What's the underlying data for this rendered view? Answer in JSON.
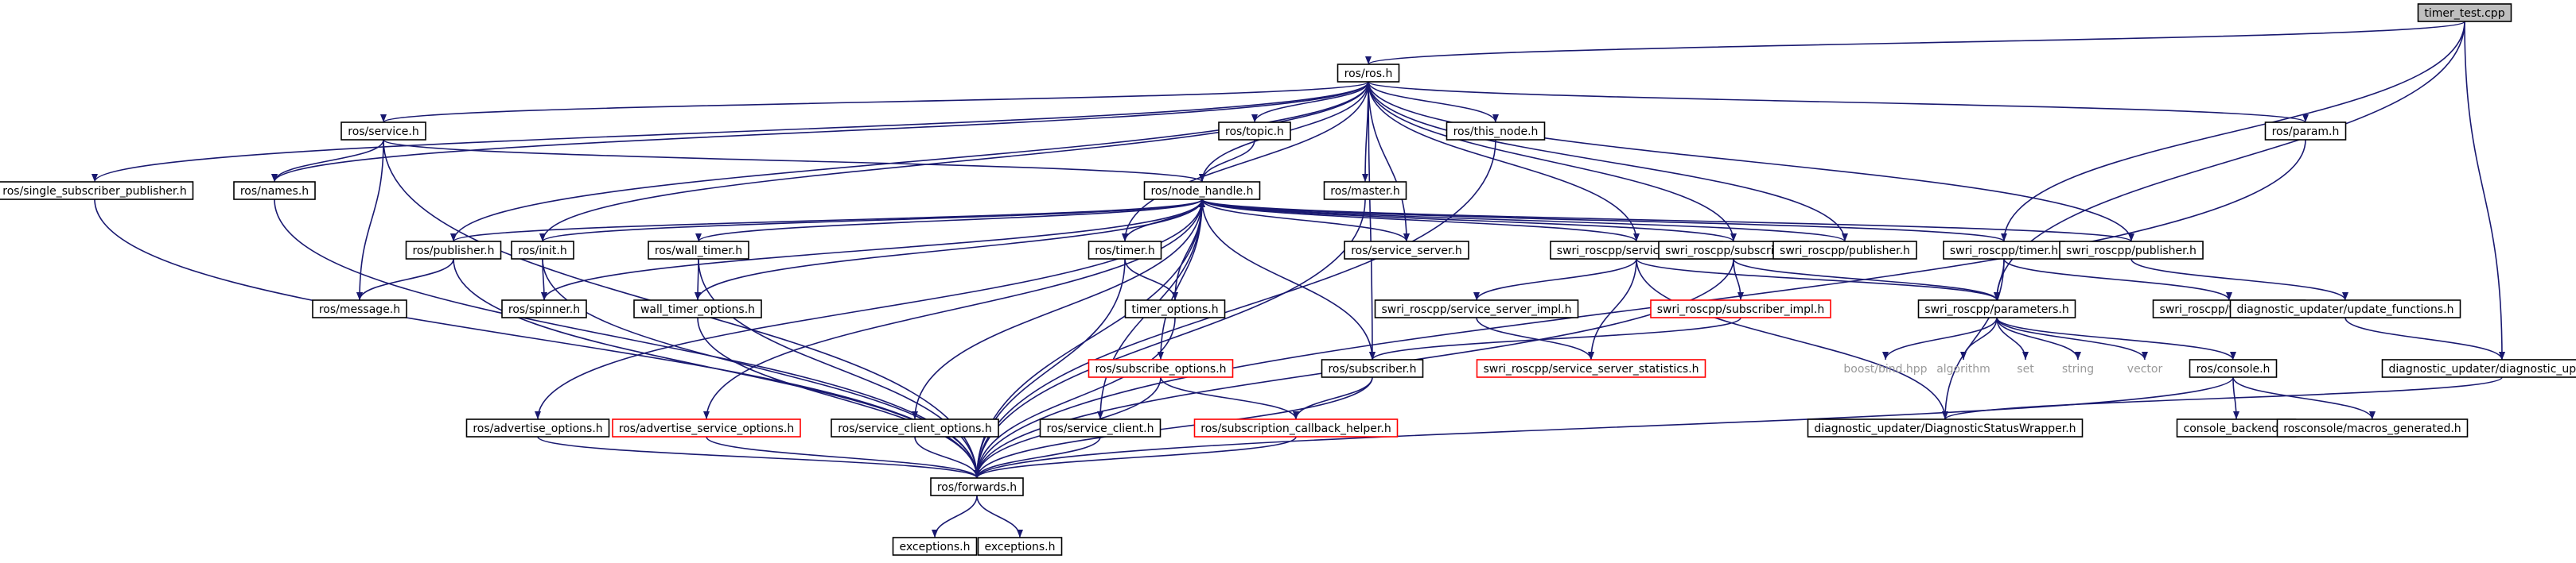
{
  "root": "timer_test.cpp",
  "nodes": {
    "timer_test": {
      "label": "timer_test.cpp",
      "style": "root"
    },
    "ros_ros": {
      "label": "ros/ros.h"
    },
    "service": {
      "label": "ros/service.h"
    },
    "topic": {
      "label": "ros/topic.h"
    },
    "this_node": {
      "label": "ros/this_node.h"
    },
    "param": {
      "label": "ros/param.h"
    },
    "single_sub_pub": {
      "label": "ros/single_subscriber_publisher.h"
    },
    "names": {
      "label": "ros/names.h"
    },
    "node_handle": {
      "label": "ros/node_handle.h"
    },
    "master": {
      "label": "ros/master.h"
    },
    "publisher_l": {
      "label": "ros/publisher.h"
    },
    "init": {
      "label": "ros/init.h"
    },
    "wall_timer": {
      "label": "ros/wall_timer.h"
    },
    "ros_timer": {
      "label": "ros/timer.h"
    },
    "service_server": {
      "label": "ros/service_server.h"
    },
    "swri_service_server": {
      "label": "swri_roscpp/service_server.h"
    },
    "swri_subscriber": {
      "label": "swri_roscpp/subscriber.h"
    },
    "swri_publisher_mid": {
      "label": "swri_roscpp/publisher.h"
    },
    "swri_timer": {
      "label": "swri_roscpp/timer.h"
    },
    "swri_publisher_r": {
      "label": "swri_roscpp/publisher.h"
    },
    "message": {
      "label": "ros/message.h"
    },
    "spinner": {
      "label": "ros/spinner.h"
    },
    "wall_timer_options": {
      "label": "wall_timer_options.h"
    },
    "timer_options": {
      "label": "timer_options.h"
    },
    "ss_impl": {
      "label": "swri_roscpp/service_server_impl.h"
    },
    "sub_impl": {
      "label": "swri_roscpp/subscriber_impl.h",
      "style": "red"
    },
    "parameters": {
      "label": "swri_roscpp/parameters.h"
    },
    "timer_impl": {
      "label": "swri_roscpp/timer_impl.h"
    },
    "update_functions": {
      "label": "diagnostic_updater/update_functions.h"
    },
    "subscribe_options": {
      "label": "ros/subscribe_options.h",
      "style": "red"
    },
    "ss_statistics": {
      "label": "swri_roscpp/service_server_statistics.h",
      "style": "red"
    },
    "ros_subscriber": {
      "label": "ros/subscriber.h"
    },
    "boost_bind": {
      "label": "boost/bind.hpp",
      "style": "dim"
    },
    "algorithm": {
      "label": "algorithm",
      "style": "dim"
    },
    "set": {
      "label": "set",
      "style": "dim"
    },
    "string": {
      "label": "string",
      "style": "dim"
    },
    "vector": {
      "label": "vector",
      "style": "dim"
    },
    "console": {
      "label": "ros/console.h"
    },
    "diag_updater": {
      "label": "diagnostic_updater/diagnostic_updater.h"
    },
    "advertise_options": {
      "label": "ros/advertise_options.h"
    },
    "adv_service_options": {
      "label": "ros/advertise_service_options.h",
      "style": "red"
    },
    "service_client_options": {
      "label": "ros/service_client_options.h"
    },
    "service_client": {
      "label": "ros/service_client.h"
    },
    "sub_callback_helper": {
      "label": "ros/subscription_callback_helper.h",
      "style": "red"
    },
    "diag_status_wrapper": {
      "label": "diagnostic_updater/DiagnosticStatusWrapper.h"
    },
    "console_backend": {
      "label": "console_backend.h"
    },
    "macros_generated": {
      "label": "rosconsole/macros_generated.h"
    },
    "forwards": {
      "label": "ros/forwards.h"
    },
    "exceptions_1": {
      "label": "exceptions.h"
    },
    "exceptions_2": {
      "label": "exceptions.h"
    }
  },
  "edges": [
    [
      "timer_test",
      "ros_ros"
    ],
    [
      "timer_test",
      "swri_timer"
    ],
    [
      "timer_test",
      "parameters"
    ],
    [
      "timer_test",
      "diag_updater"
    ],
    [
      "ros_ros",
      "service"
    ],
    [
      "ros_ros",
      "topic"
    ],
    [
      "ros_ros",
      "this_node"
    ],
    [
      "ros_ros",
      "param"
    ],
    [
      "ros_ros",
      "single_sub_pub"
    ],
    [
      "ros_ros",
      "names"
    ],
    [
      "ros_ros",
      "node_handle"
    ],
    [
      "ros_ros",
      "master"
    ],
    [
      "ros_ros",
      "publisher_l"
    ],
    [
      "ros_ros",
      "ros_timer"
    ],
    [
      "ros_ros",
      "service_server"
    ],
    [
      "ros_ros",
      "swri_service_server"
    ],
    [
      "ros_ros",
      "swri_subscriber"
    ],
    [
      "ros_ros",
      "swri_publisher_mid"
    ],
    [
      "ros_ros",
      "swri_publisher_r"
    ],
    [
      "ros_ros",
      "ros_subscriber"
    ],
    [
      "ros_ros",
      "init"
    ],
    [
      "service",
      "names"
    ],
    [
      "service",
      "node_handle"
    ],
    [
      "service",
      "message"
    ],
    [
      "service",
      "forwards"
    ],
    [
      "topic",
      "node_handle"
    ],
    [
      "this_node",
      "forwards"
    ],
    [
      "param",
      "forwards"
    ],
    [
      "single_sub_pub",
      "forwards"
    ],
    [
      "names",
      "forwards"
    ],
    [
      "master",
      "forwards"
    ],
    [
      "node_handle",
      "publisher_l"
    ],
    [
      "node_handle",
      "init"
    ],
    [
      "node_handle",
      "wall_timer"
    ],
    [
      "node_handle",
      "ros_timer"
    ],
    [
      "node_handle",
      "spinner"
    ],
    [
      "node_handle",
      "wall_timer_options"
    ],
    [
      "node_handle",
      "timer_options"
    ],
    [
      "node_handle",
      "service_server"
    ],
    [
      "node_handle",
      "ros_subscriber"
    ],
    [
      "node_handle",
      "subscribe_options"
    ],
    [
      "node_handle",
      "advertise_options"
    ],
    [
      "node_handle",
      "adv_service_options"
    ],
    [
      "node_handle",
      "service_client_options"
    ],
    [
      "node_handle",
      "service_client"
    ],
    [
      "node_handle",
      "forwards"
    ],
    [
      "swri_service_server",
      "node_handle"
    ],
    [
      "swri_subscriber",
      "node_handle"
    ],
    [
      "swri_publisher_mid",
      "node_handle"
    ],
    [
      "swri_timer",
      "node_handle"
    ],
    [
      "swri_publisher_r",
      "node_handle"
    ],
    [
      "publisher_l",
      "message"
    ],
    [
      "publisher_l",
      "forwards"
    ],
    [
      "init",
      "spinner"
    ],
    [
      "init",
      "forwards"
    ],
    [
      "wall_timer",
      "wall_timer_options"
    ],
    [
      "wall_timer",
      "forwards"
    ],
    [
      "ros_timer",
      "timer_options"
    ],
    [
      "ros_timer",
      "forwards"
    ],
    [
      "wall_timer_options",
      "forwards"
    ],
    [
      "timer_options",
      "forwards"
    ],
    [
      "swri_service_server",
      "ss_impl"
    ],
    [
      "swri_service_server",
      "ss_statistics"
    ],
    [
      "swri_service_server",
      "diag_status_wrapper"
    ],
    [
      "ss_impl",
      "ss_statistics"
    ],
    [
      "swri_subscriber",
      "sub_impl"
    ],
    [
      "swri_subscriber",
      "parameters"
    ],
    [
      "swri_subscriber",
      "forwards"
    ],
    [
      "sub_impl",
      "ros_subscriber"
    ],
    [
      "swri_timer",
      "timer_impl"
    ],
    [
      "swri_timer",
      "parameters"
    ],
    [
      "swri_timer",
      "diag_status_wrapper"
    ],
    [
      "swri_publisher_r",
      "update_functions"
    ],
    [
      "swri_service_server",
      "parameters"
    ],
    [
      "parameters",
      "boost_bind"
    ],
    [
      "parameters",
      "algorithm"
    ],
    [
      "parameters",
      "set"
    ],
    [
      "parameters",
      "string"
    ],
    [
      "parameters",
      "vector"
    ],
    [
      "parameters",
      "console"
    ],
    [
      "update_functions",
      "diag_updater"
    ],
    [
      "diag_updater",
      "diag_status_wrapper"
    ],
    [
      "console",
      "console_backend"
    ],
    [
      "console",
      "macros_generated"
    ],
    [
      "console",
      "forwards"
    ],
    [
      "subscribe_options",
      "sub_callback_helper"
    ],
    [
      "subscribe_options",
      "forwards"
    ],
    [
      "ros_subscriber",
      "sub_callback_helper"
    ],
    [
      "ros_subscriber",
      "forwards"
    ],
    [
      "sub_callback_helper",
      "forwards"
    ],
    [
      "advertise_options",
      "forwards"
    ],
    [
      "adv_service_options",
      "forwards"
    ],
    [
      "service_client_options",
      "forwards"
    ],
    [
      "service_client",
      "forwards"
    ],
    [
      "forwards",
      "exceptions_1"
    ],
    [
      "forwards",
      "exceptions_2"
    ]
  ]
}
